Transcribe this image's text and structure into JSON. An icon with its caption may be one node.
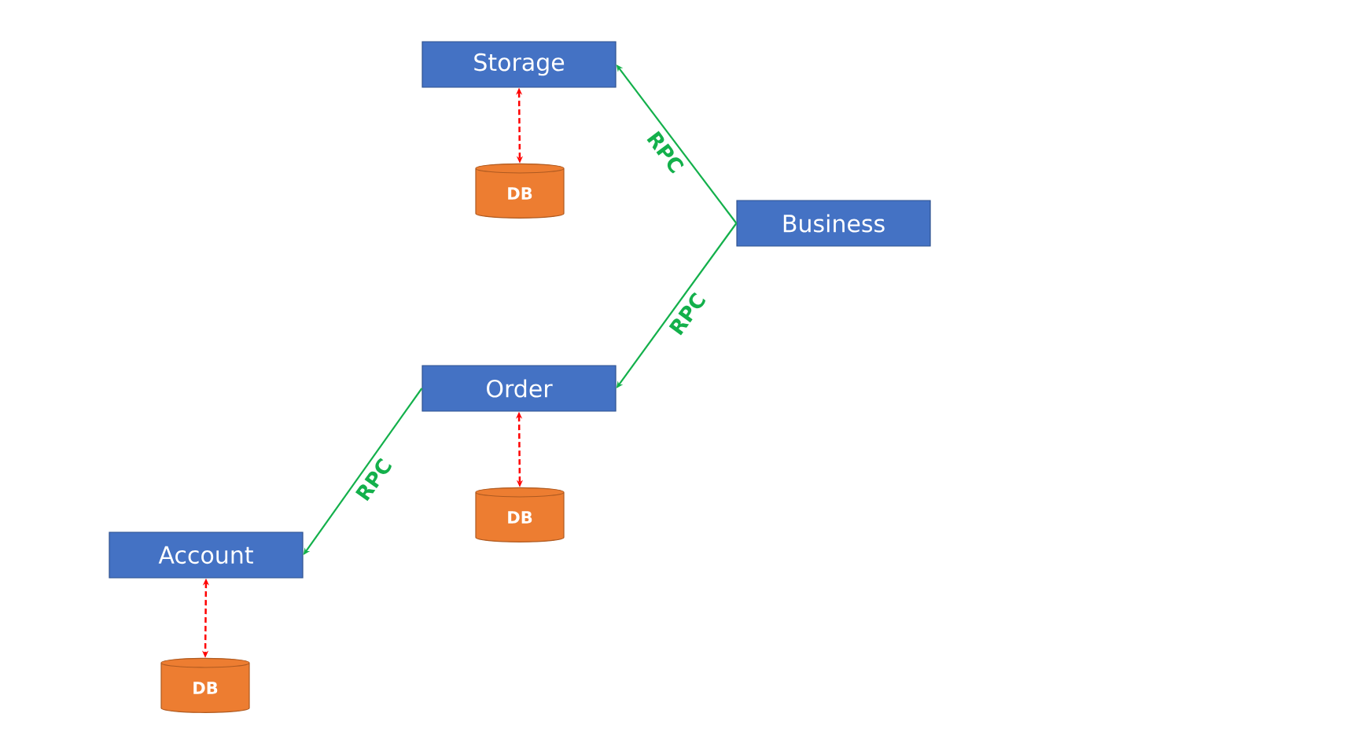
{
  "diagram": {
    "nodes": [
      {
        "text": [
          "Storage"
        ]
      },
      {
        "text": [
          "DB"
        ]
      },
      {
        "text": [
          "Business"
        ]
      },
      {
        "text": [
          "Order"
        ]
      },
      {
        "text": [
          "DB"
        ]
      },
      {
        "text": [
          "Account"
        ]
      },
      {
        "text": [
          "DB"
        ]
      }
    ],
    "edges": [
      {
        "from": 2,
        "to": 0,
        "arrow": "to",
        "label": "RPC",
        "color": "#13b04b"
      },
      {
        "from": 0,
        "to": 1,
        "arrow": "both",
        "style": "dashed",
        "color": "#ff0000"
      },
      {
        "from": 2,
        "to": 3,
        "arrow": "to",
        "label": "RPC",
        "color": "#13b04b"
      },
      {
        "from": 3,
        "to": 5,
        "arrow": "to",
        "label": "RPC",
        "color": "#13b04b"
      },
      {
        "from": 3,
        "to": 4,
        "arrow": "both",
        "style": "dashed",
        "color": "#ff0000"
      },
      {
        "from": 5,
        "to": 6,
        "arrow": "both",
        "style": "dashed",
        "color": "#ff0000"
      }
    ]
  }
}
